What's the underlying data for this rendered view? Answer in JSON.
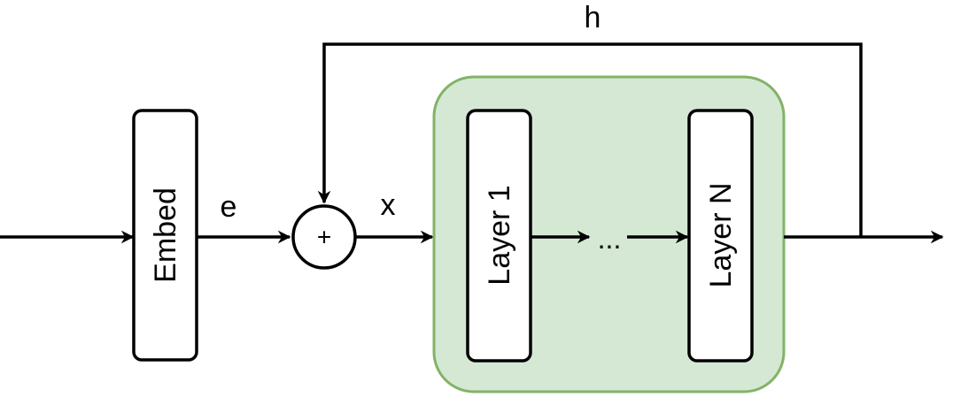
{
  "diagram": {
    "nodes": {
      "embed": "Embed",
      "sum": "+",
      "layer_first": "Layer 1",
      "ellipsis": "...",
      "layer_last": "Layer N"
    },
    "edge_labels": {
      "embed_to_sum": "e",
      "sum_to_stack": "x",
      "feedback": "h"
    },
    "group": {
      "fill": "#d5e8d4",
      "stroke": "#82b366"
    }
  }
}
